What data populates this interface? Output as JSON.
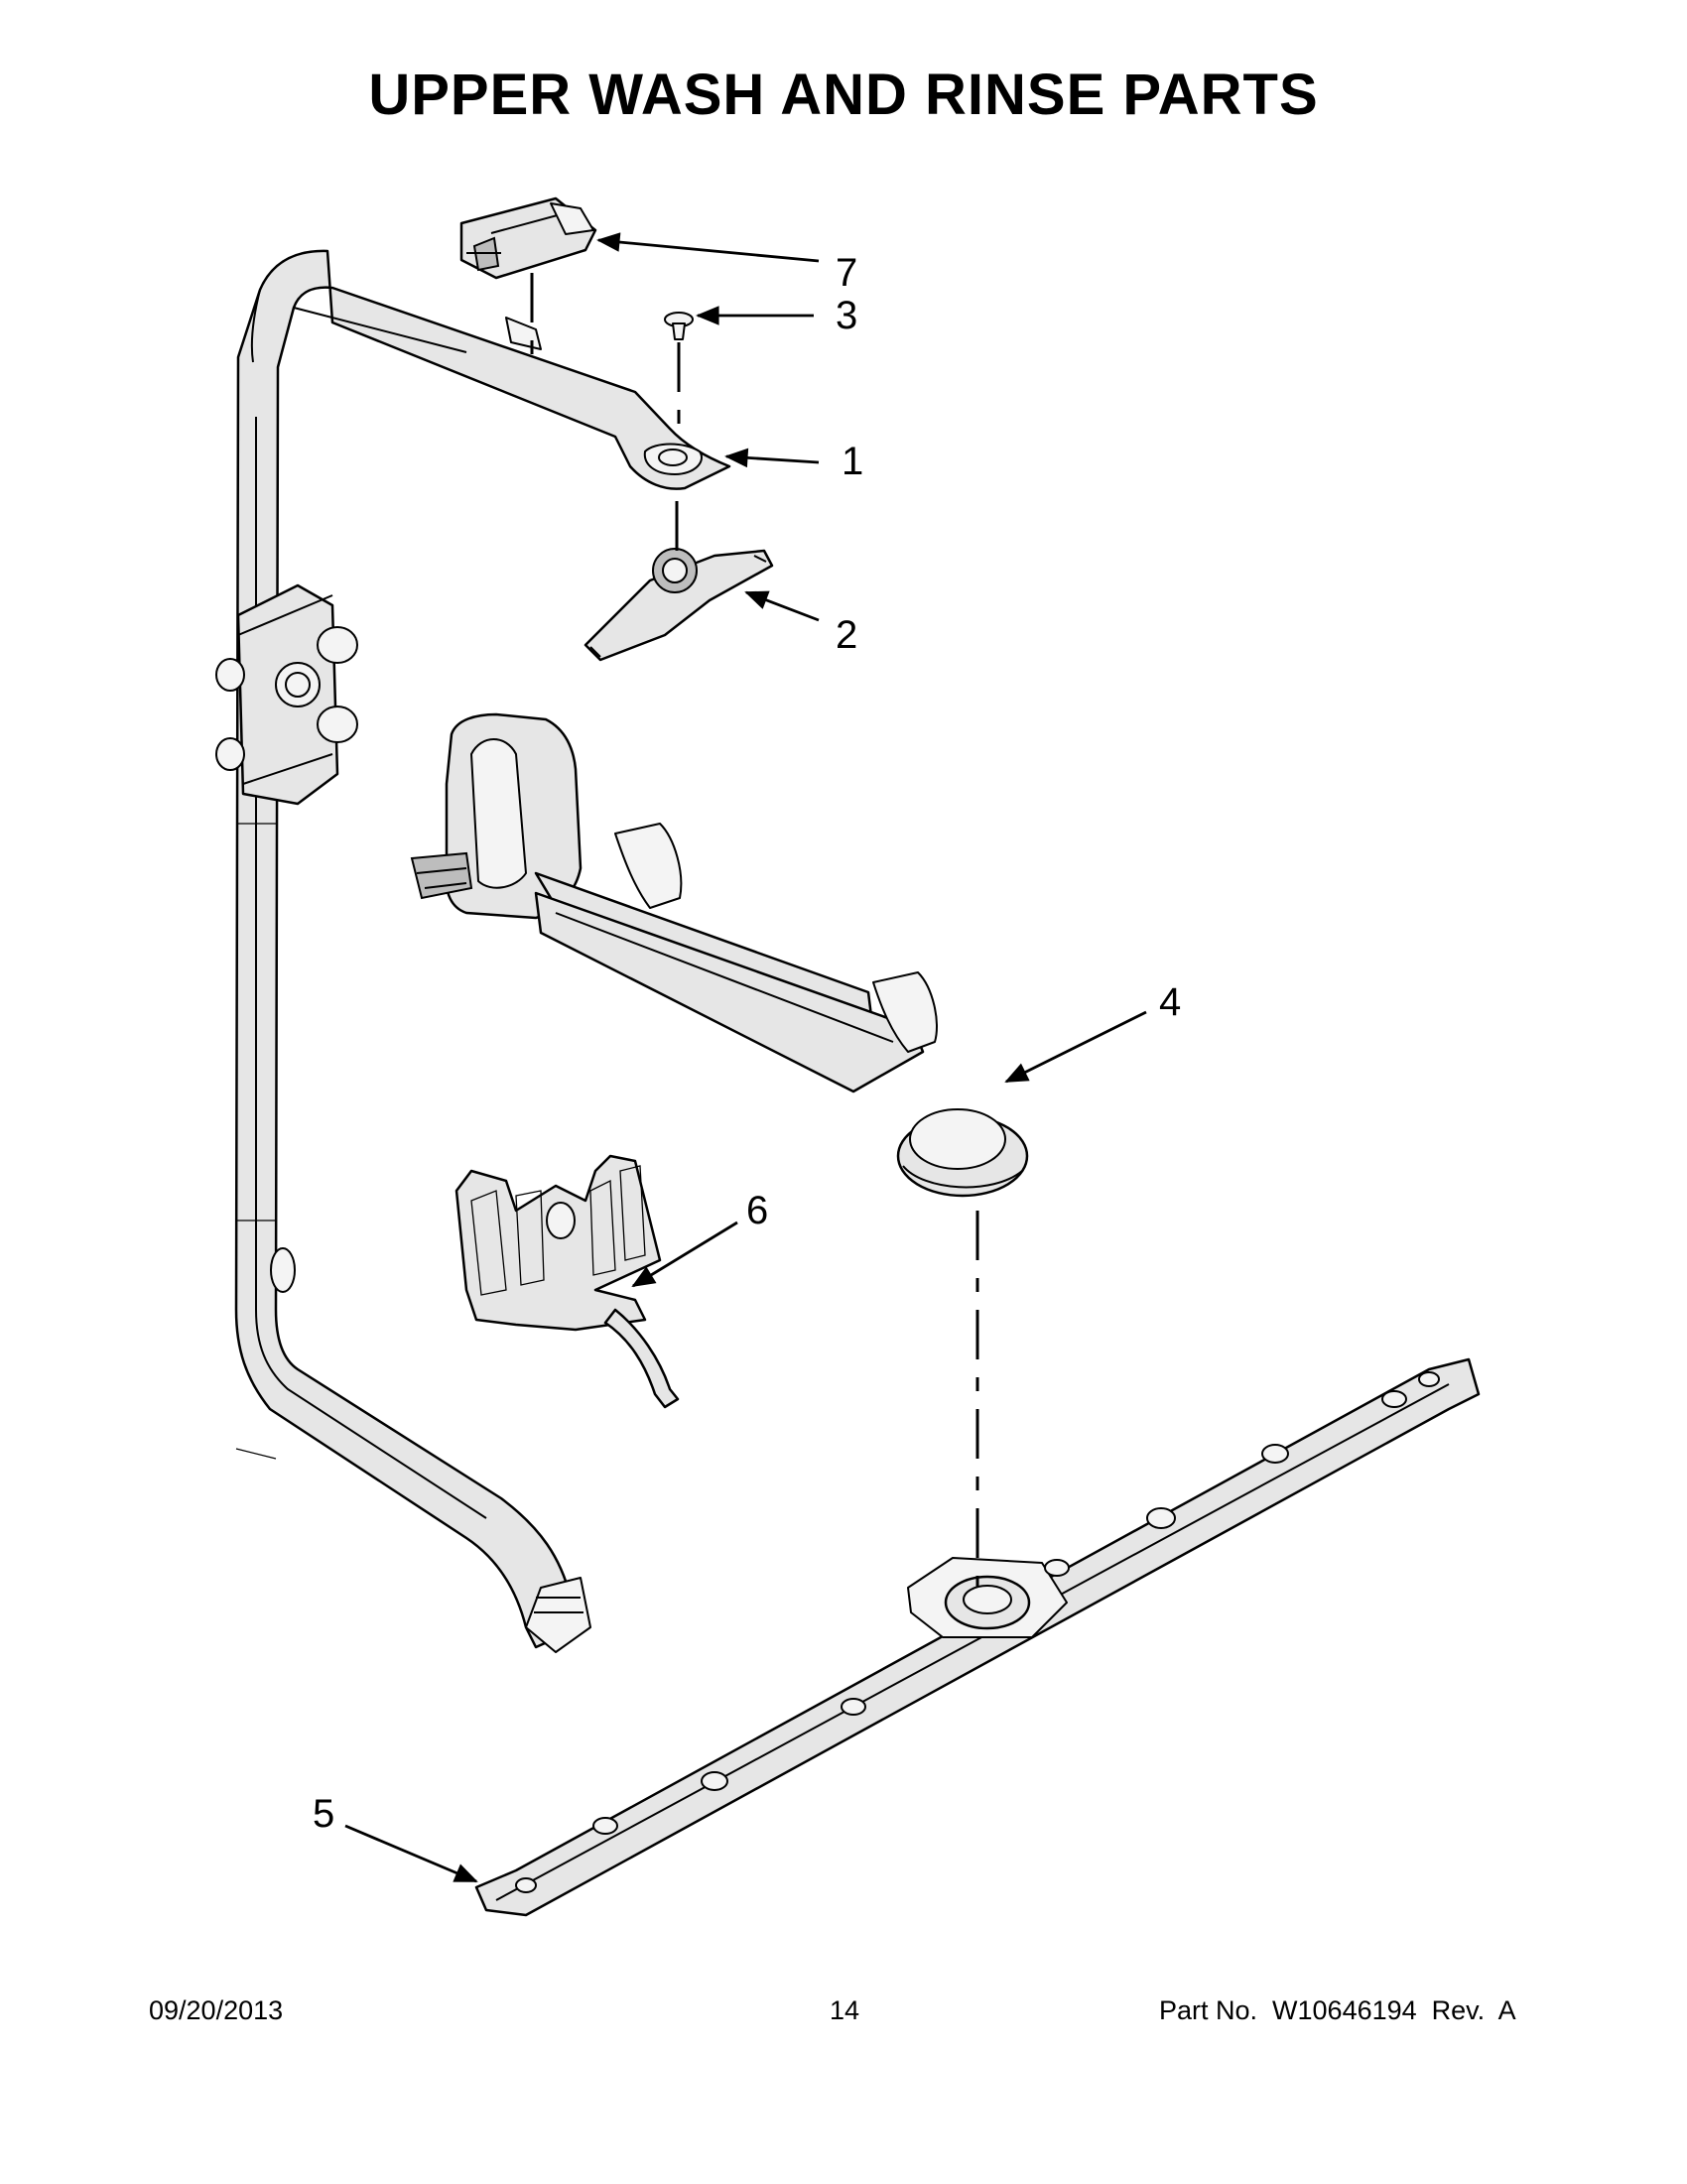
{
  "title": "UPPER WASH AND RINSE PARTS",
  "callouts": [
    {
      "id": "1",
      "label": "1"
    },
    {
      "id": "2",
      "label": "2"
    },
    {
      "id": "3",
      "label": "3"
    },
    {
      "id": "4",
      "label": "4"
    },
    {
      "id": "5",
      "label": "5"
    },
    {
      "id": "6",
      "label": "6"
    },
    {
      "id": "7",
      "label": "7"
    }
  ],
  "footer": {
    "date": "09/20/2013",
    "page": "14",
    "part_number": "Part No.  W10646194  Rev.  A"
  }
}
